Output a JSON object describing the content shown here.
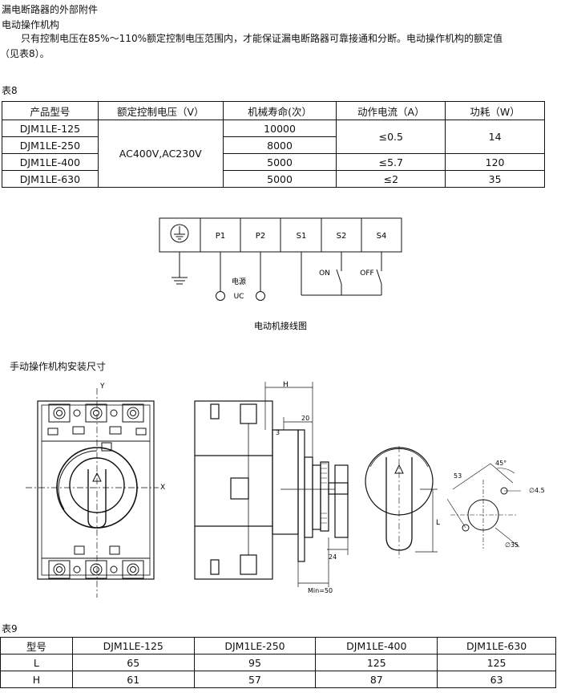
{
  "heading": "漏电断路器的外部附件",
  "subheading": "电动操作机构",
  "paragraph_line1": "只有控制电压在85%～110%额定控制电压范围内，才能保证漏电断路器可靠接通和分断。电动操作机构的额定值",
  "paragraph_line2": "（见表8）。",
  "table8": {
    "caption": "表8",
    "headers": [
      "产品型号",
      "额定控制电压（V）",
      "机械寿命(次）",
      "动作电流（A）",
      "功耗（W）"
    ],
    "models": [
      "DJM1LE-125",
      "DJM1LE-250",
      "DJM1LE-400",
      "DJM1LE-630"
    ],
    "voltage": "AC400V,AC230V",
    "life": [
      "10000",
      "8000",
      "5000",
      "5000"
    ],
    "current": [
      "≤0.5",
      "≤5.7",
      "≤2"
    ],
    "power": [
      "14",
      "120",
      "35"
    ]
  },
  "wiring": {
    "terminals": [
      "P1",
      "P2",
      "S1",
      "S2",
      "S4"
    ],
    "power_label": "电源",
    "uc_label": "UC",
    "on_label": "ON",
    "off_label": "OFF",
    "caption": "电动机接线图"
  },
  "manual_title": "手动操作机构安装尺寸",
  "drawing": {
    "y_axis": "Y",
    "x_axis": "X",
    "dim_h": "H",
    "dim_20": "20",
    "dim_3": "3",
    "dim_24": "24",
    "dim_min50": "Min=50",
    "dim_l": "L",
    "dim_53": "53",
    "dim_45": "45°",
    "dim_hole": "∅4.5",
    "dim_35": "∅35"
  },
  "table9": {
    "caption": "表9",
    "headers": [
      "型号",
      "DJM1LE-125",
      "DJM1LE-250",
      "DJM1LE-400",
      "DJM1LE-630"
    ],
    "rows": [
      {
        "label": "L",
        "values": [
          "65",
          "95",
          "125",
          "125"
        ]
      },
      {
        "label": "H",
        "values": [
          "61",
          "57",
          "87",
          "63"
        ]
      }
    ]
  }
}
